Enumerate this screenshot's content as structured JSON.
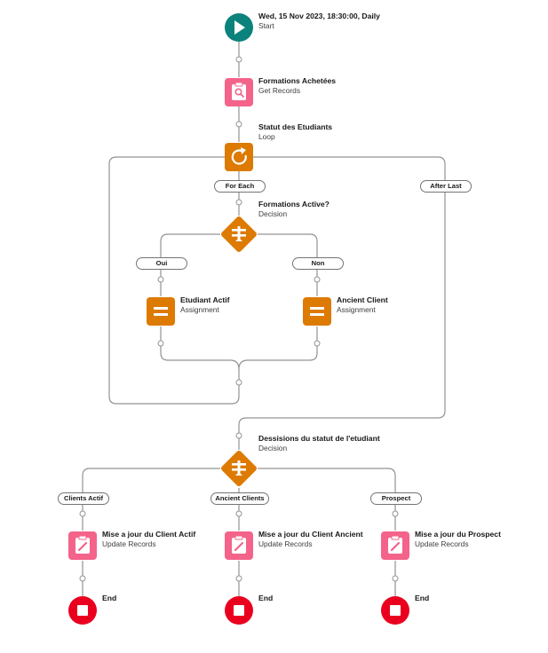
{
  "colors": {
    "start": "#0b827c",
    "record": "#f4638a",
    "logic": "#dd7a01",
    "end": "#ea001e",
    "line": "#939393"
  },
  "nodes": {
    "start": {
      "title": "Wed, 15 Nov 2023, 18:30:00, Daily",
      "subtitle": "Start",
      "icon": "play-icon"
    },
    "get_records": {
      "title": "Formations Achetées",
      "subtitle": "Get Records",
      "icon": "search-record-icon"
    },
    "loop": {
      "title": "Statut des Etudiants",
      "subtitle": "Loop",
      "icon": "loop-icon"
    },
    "decision1": {
      "title": "Formations Active?",
      "subtitle": "Decision",
      "icon": "decision-icon"
    },
    "assign1": {
      "title": "Etudiant Actif",
      "subtitle": "Assignment",
      "icon": "assignment-icon"
    },
    "assign2": {
      "title": "Ancient Client",
      "subtitle": "Assignment",
      "icon": "assignment-icon"
    },
    "decision2": {
      "title": "Dessisions du statut de l'etudiant",
      "subtitle": "Decision",
      "icon": "decision-icon"
    },
    "update1": {
      "title": "Mise a jour du Client Actif",
      "subtitle": "Update Records",
      "icon": "edit-record-icon"
    },
    "update2": {
      "title": "Mise a jour du Client Ancient",
      "subtitle": "Update Records",
      "icon": "edit-record-icon"
    },
    "update3": {
      "title": "Mise a jour du Prospect",
      "subtitle": "Update Records",
      "icon": "edit-record-icon"
    },
    "end1": {
      "title": "End",
      "icon": "stop-icon"
    },
    "end2": {
      "title": "End",
      "icon": "stop-icon"
    },
    "end3": {
      "title": "End",
      "icon": "stop-icon"
    }
  },
  "connectors": {
    "for_each": "For Each",
    "after_last": "After Last",
    "oui": "Oui",
    "non": "Non",
    "clients_actif": "Clients Actif",
    "ancient_clients": "Ancient Clients",
    "prospect": "Prospect"
  }
}
